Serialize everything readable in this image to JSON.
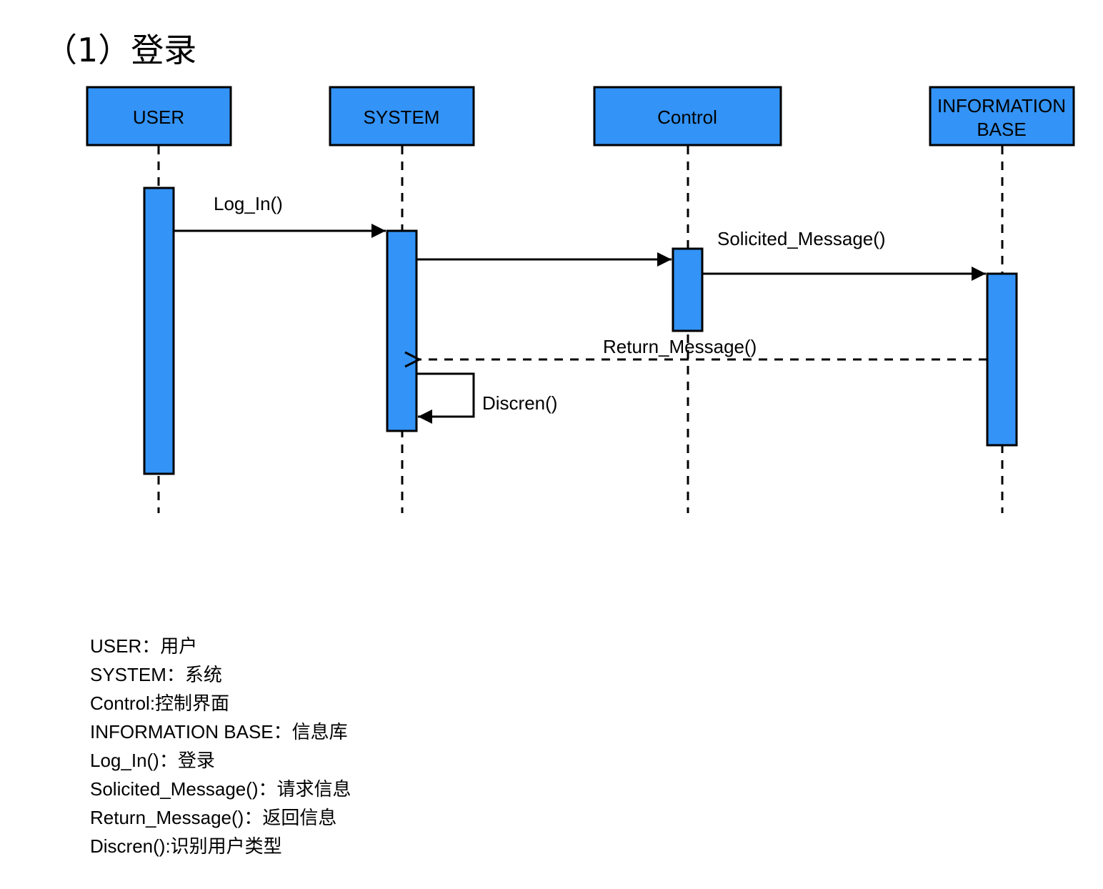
{
  "title": "（1）登录",
  "diagram": {
    "colors": {
      "fill": "#3393f6",
      "stroke": "#000000",
      "background": "#ffffff"
    },
    "actors": [
      {
        "id": "user",
        "lines": [
          "USER"
        ]
      },
      {
        "id": "system",
        "lines": [
          "SYSTEM"
        ]
      },
      {
        "id": "control",
        "lines": [
          "Control"
        ]
      },
      {
        "id": "infobase",
        "lines": [
          "INFORMATION",
          "BASE"
        ]
      }
    ],
    "messages": [
      {
        "id": "log-in",
        "label": "Log_In()",
        "from": "user",
        "to": "system",
        "style": "solid"
      },
      {
        "id": "to-control",
        "label": "",
        "from": "system",
        "to": "control",
        "style": "solid"
      },
      {
        "id": "solicited",
        "label": "Solicited_Message()",
        "from": "control",
        "to": "infobase",
        "style": "solid"
      },
      {
        "id": "return",
        "label": "Return_Message()",
        "from": "infobase",
        "to": "system",
        "style": "dashed"
      },
      {
        "id": "discren",
        "label": "Discren()",
        "from": "system",
        "to": "system",
        "style": "self"
      }
    ]
  },
  "legend": [
    "USER：用户",
    "SYSTEM：系统",
    "Control:控制界面",
    "INFORMATION BASE：信息库",
    "Log_In()：登录",
    "Solicited_Message()：请求信息",
    "Return_Message()：返回信息",
    "Discren():识别用户类型"
  ]
}
